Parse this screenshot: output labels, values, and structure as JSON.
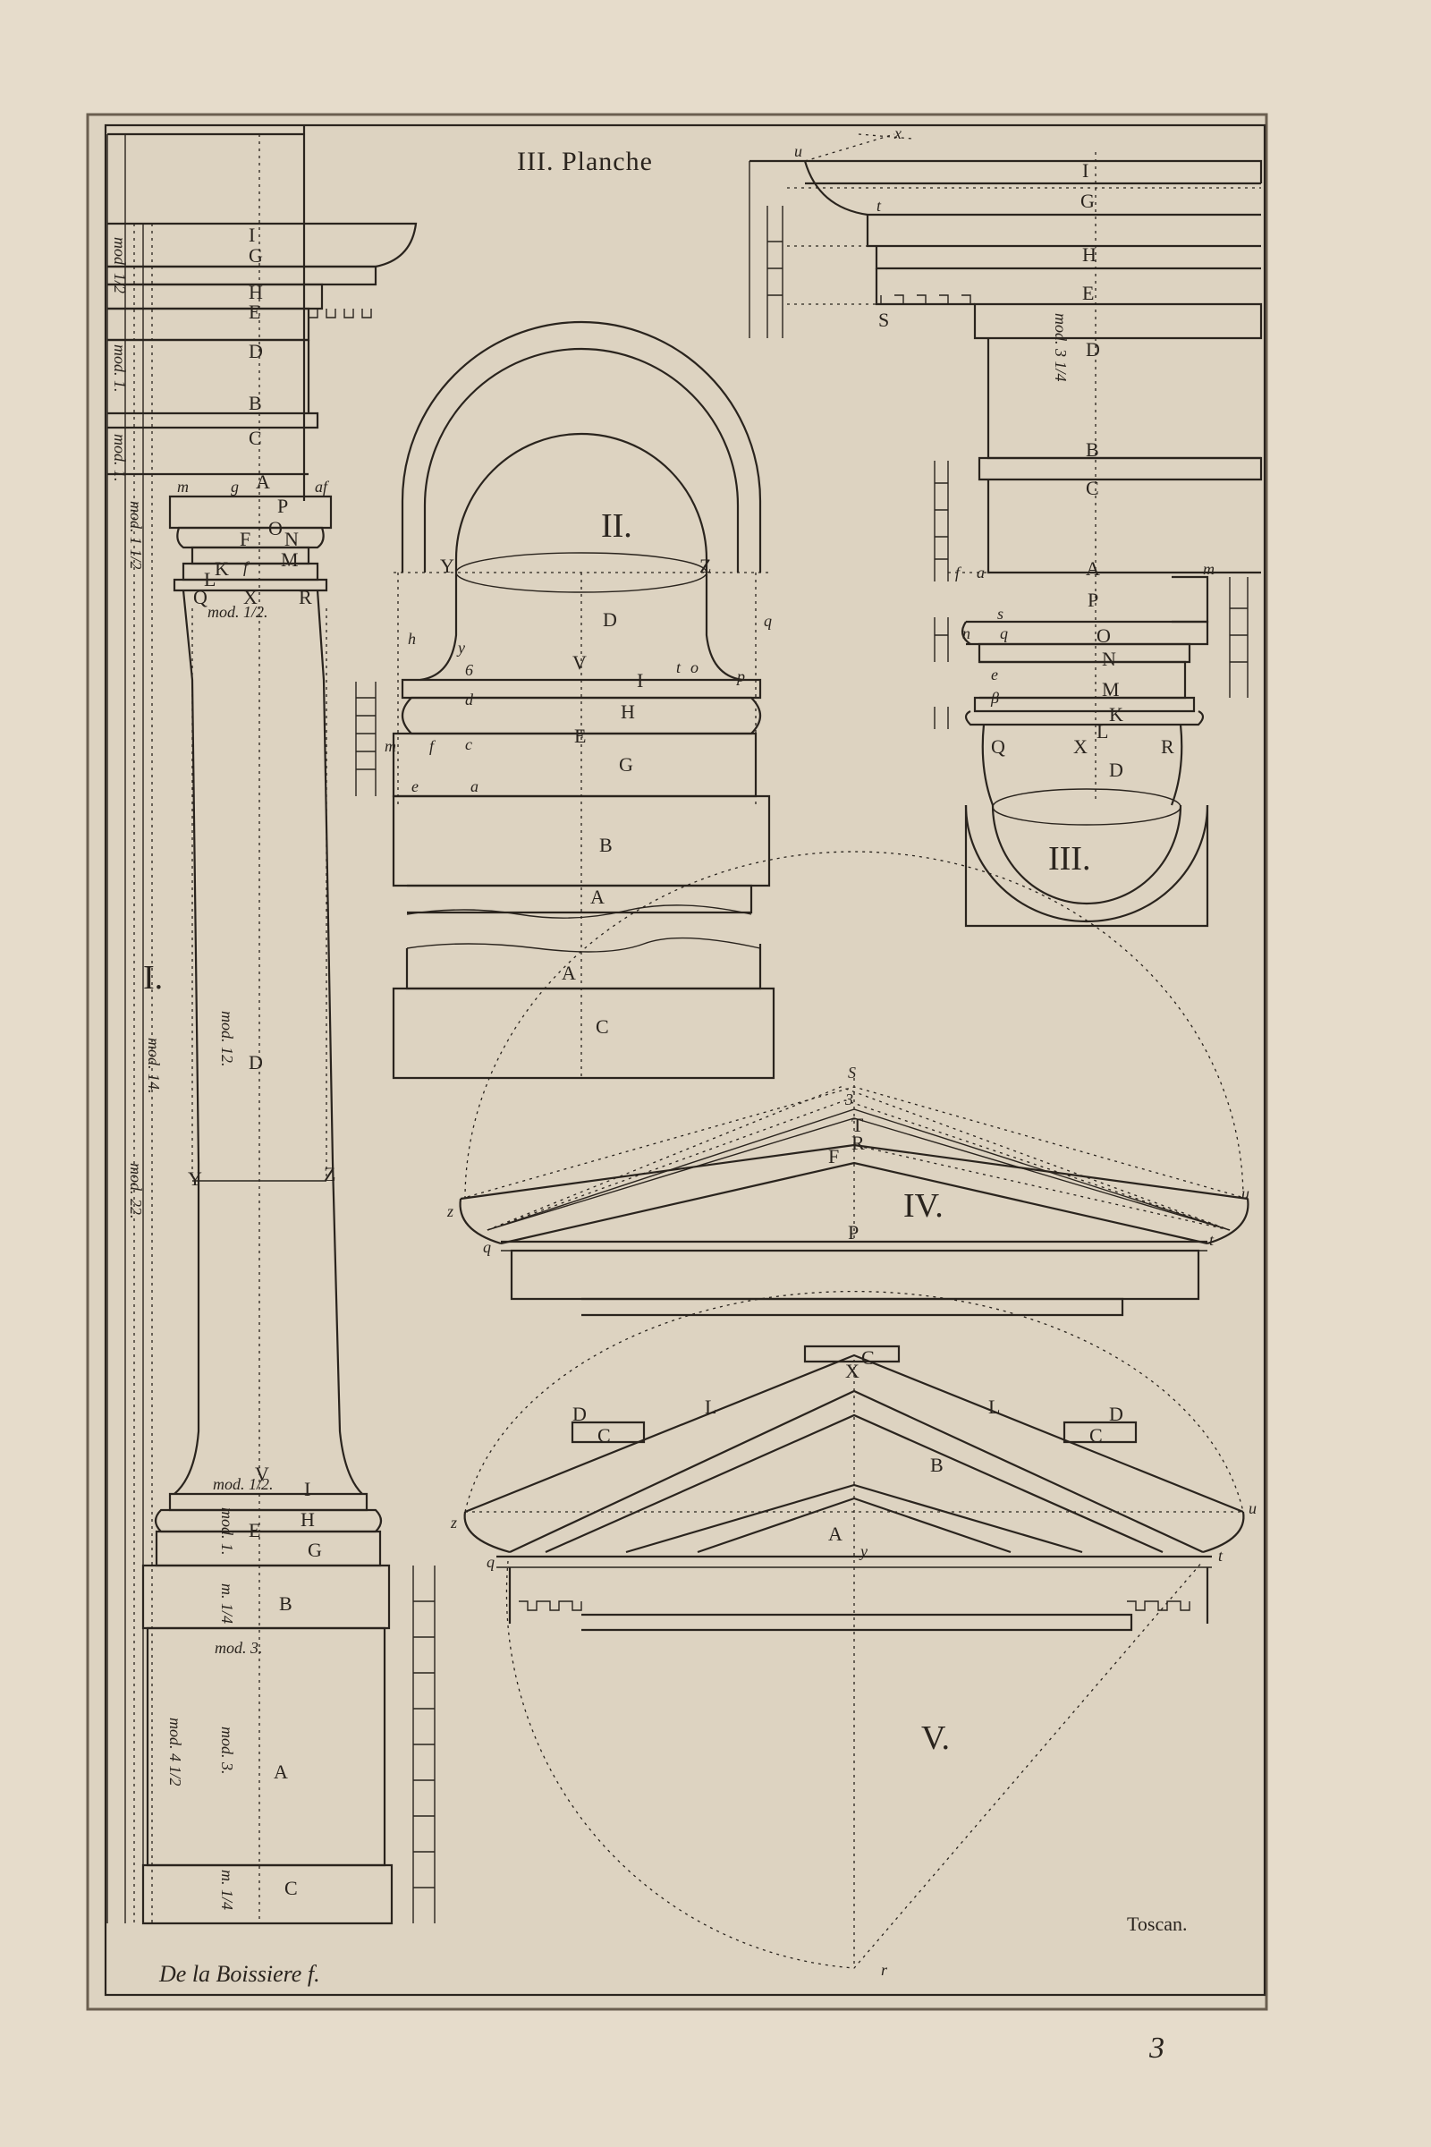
{
  "plate": {
    "title": "III. Planche",
    "order": "Toscan.",
    "engraver": "De la Boissiere f.",
    "corner_mark": "3"
  },
  "colors": {
    "paper": "#e6dccb",
    "ink": "#2a241e",
    "plate_tone": "#ddd3c1"
  },
  "figures": {
    "fig1": {
      "numeral": "I.",
      "letters": [
        "I",
        "G",
        "H",
        "E",
        "D",
        "B",
        "C",
        "m",
        "g",
        "A",
        "af",
        "P",
        "O",
        "N",
        "F",
        "M",
        "L",
        "K",
        "f",
        "Q",
        "X",
        "R",
        "D",
        "Y",
        "Z",
        "V",
        "I",
        "H",
        "E",
        "G",
        "B",
        "A",
        "C"
      ],
      "dims": [
        "mod. 1/2",
        "mod. 1.",
        "mod. 1.",
        "mod. 1 1/2",
        "mod. 14.",
        "mod. 22.",
        "mod. 12.",
        "mod. 1/2.",
        "mod. 1/2.",
        "mod. 1.",
        "m. 1/4",
        "mod. 3.",
        "mod. 4 1/2",
        "mod. 3.",
        "m. 1/4"
      ]
    },
    "fig2": {
      "numeral": "II.",
      "letters": [
        "Y",
        "Z",
        "D",
        "h",
        "y",
        "q",
        "V",
        "I",
        "t",
        "o",
        "6",
        "p",
        "d",
        "H",
        "m",
        "f",
        "c",
        "E",
        "G",
        "e",
        "a",
        "B",
        "A",
        "A",
        "C"
      ]
    },
    "fig3": {
      "numeral": "III.",
      "letters": [
        "u",
        "x",
        "t",
        "I",
        "G",
        "H",
        "E",
        "S",
        "D",
        "B",
        "C",
        "f",
        "a",
        "A",
        "m",
        "P",
        "n",
        "s",
        "q",
        "O",
        "N",
        "e",
        "β",
        "M",
        "K",
        "L",
        "Q",
        "X",
        "R",
        "D"
      ],
      "dims": [
        "mod. 3 1/4"
      ]
    },
    "fig4": {
      "numeral": "IV.",
      "letters": [
        "S",
        "3",
        "T",
        "R",
        "F",
        "z",
        "u",
        "q",
        "P",
        "t"
      ]
    },
    "fig5": {
      "numeral": "V.",
      "letters": [
        "C",
        "X",
        "D",
        "L",
        "L",
        "D",
        "C",
        "C",
        "B",
        "z",
        "u",
        "A",
        "y",
        "q",
        "t",
        "r"
      ]
    }
  }
}
